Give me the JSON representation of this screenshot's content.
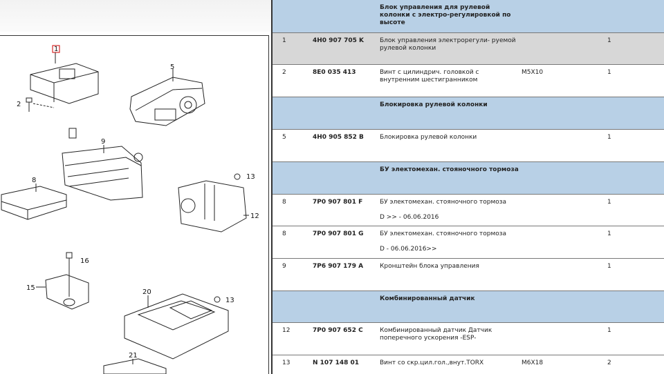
{
  "diagram": {
    "labels": [
      "1",
      "2",
      "5",
      "9",
      "8",
      "13",
      "12",
      "16",
      "15",
      "20",
      "13",
      "21"
    ]
  },
  "table": {
    "rows": [
      {
        "kind": "header",
        "pos": "",
        "part": "",
        "desc": "Блок управления для рулевой колонки с электро-регулировкой по высоте",
        "spec": "",
        "qty": "",
        "note": ""
      },
      {
        "kind": "shaded",
        "pos": "1",
        "part": "4H0 907 705 K",
        "desc": "Блок управления электрорегули- руемой рулевой колонки",
        "spec": "",
        "qty": "1",
        "note": ""
      },
      {
        "kind": "normal",
        "pos": "2",
        "part": "8E0 035 413",
        "desc": "Винт с цилиндрич. головкой с внутренним шестигранником",
        "spec": "M5X10",
        "qty": "1",
        "note": ""
      },
      {
        "kind": "header",
        "pos": "",
        "part": "",
        "desc": "Блокировка рулевой колонки",
        "spec": "",
        "qty": "",
        "note": ""
      },
      {
        "kind": "normal",
        "pos": "5",
        "part": "4H0 905 852 B",
        "desc": "Блокировка рулевой колонки",
        "spec": "",
        "qty": "1",
        "note": ""
      },
      {
        "kind": "header",
        "pos": "",
        "part": "",
        "desc": "БУ электомехан. стояночного тормоза",
        "spec": "",
        "qty": "",
        "note": ""
      },
      {
        "kind": "normal",
        "pos": "8",
        "part": "7P0 907 801 F",
        "desc": "БУ электомехан. стояночного тормоза",
        "spec": "",
        "qty": "1",
        "note": "D >> - 06.06.2016"
      },
      {
        "kind": "normal",
        "pos": "8",
        "part": "7P0 907 801 G",
        "desc": "БУ электомехан. стояночного тормоза",
        "spec": "",
        "qty": "1",
        "note": "D - 06.06.2016>>"
      },
      {
        "kind": "normal",
        "pos": "9",
        "part": "7P6 907 179 A",
        "desc": "Кронштейн блока управления",
        "spec": "",
        "qty": "1",
        "note": ""
      },
      {
        "kind": "header",
        "pos": "",
        "part": "",
        "desc": "Комбинированный датчик",
        "spec": "",
        "qty": "",
        "note": ""
      },
      {
        "kind": "normal",
        "pos": "12",
        "part": "7P0 907 652 C",
        "desc": "Комбинированный датчик Датчик поперечного ускорения -ESP-",
        "spec": "",
        "qty": "1",
        "note": ""
      },
      {
        "kind": "normal",
        "pos": "13",
        "part": "N 107 148 01",
        "desc": "Винт со скр.цил.гол.,внут.TORX",
        "spec": "M6X18",
        "qty": "2",
        "note": ""
      }
    ]
  }
}
